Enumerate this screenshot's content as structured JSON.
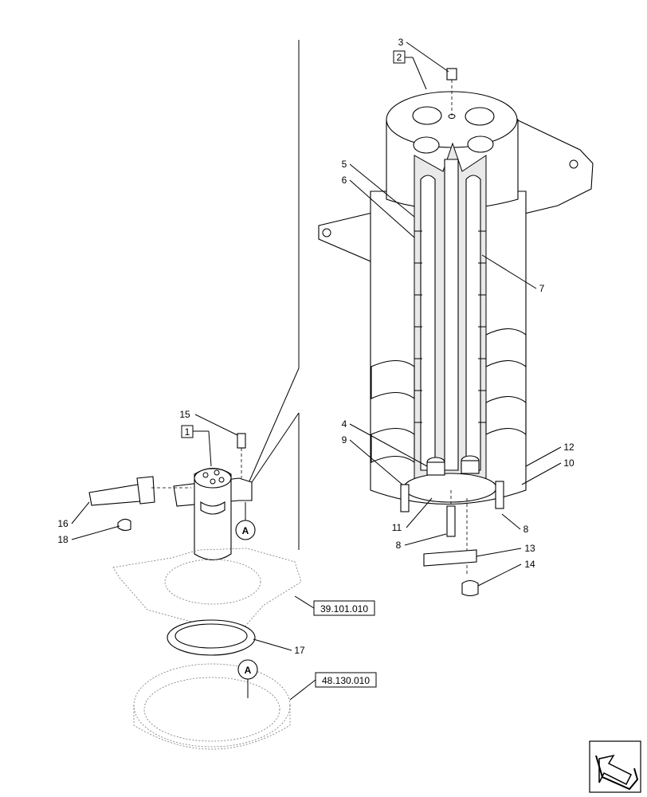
{
  "callouts": {
    "c1": "1",
    "c2": "2",
    "c3": "3",
    "c4": "4",
    "c5": "5",
    "c6": "6",
    "c7": "7",
    "c8a": "8",
    "c8b": "8",
    "c9": "9",
    "c10": "10",
    "c11": "11",
    "c12": "12",
    "c13": "13",
    "c14": "14",
    "c15": "15",
    "c16": "16",
    "c17": "17",
    "c18": "18"
  },
  "detail_markers": {
    "upper": "A",
    "lower": "A"
  },
  "references": {
    "ref1": "39.101.010",
    "ref2": "48.130.010"
  },
  "nav": {
    "icon": "arrow-icon"
  }
}
